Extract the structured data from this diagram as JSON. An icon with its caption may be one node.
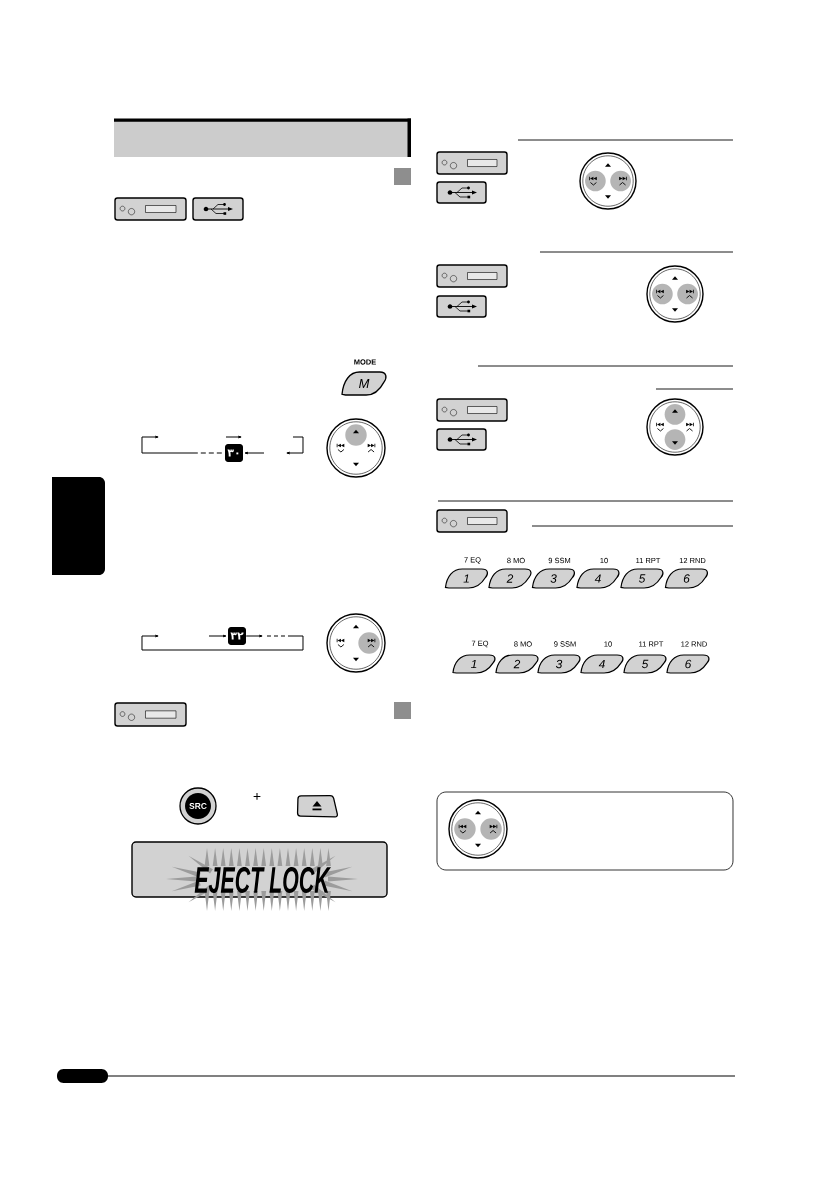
{
  "diagram": {
    "nodes": [
      {
        "text": [
          "M"
        ],
        "beside": [
          "MODE"
        ]
      },
      {
        "text": [
          "٣٠"
        ]
      },
      {
        "text": [
          "٣٢"
        ]
      },
      {
        "text": [
          "SRC"
        ]
      },
      {
        "text": [
          "EJECT LOCK"
        ]
      },
      {
        "text": [
          "1"
        ],
        "beside": [
          "7 EQ"
        ]
      },
      {
        "text": [
          "2"
        ],
        "beside": [
          "8 MO"
        ]
      },
      {
        "text": [
          "3"
        ],
        "beside": [
          "9 SSM"
        ]
      },
      {
        "text": [
          "4"
        ],
        "beside": [
          "10"
        ]
      },
      {
        "text": [
          "5"
        ],
        "beside": [
          "11 RPT"
        ]
      },
      {
        "text": [
          "6"
        ],
        "beside": [
          "12 RND"
        ]
      },
      {
        "text": [
          "1"
        ],
        "beside": [
          "7 EQ"
        ]
      },
      {
        "text": [
          "2"
        ],
        "beside": [
          "8 MO"
        ]
      },
      {
        "text": [
          "3"
        ],
        "beside": [
          "9 SSM"
        ]
      },
      {
        "text": [
          "4"
        ],
        "beside": [
          "10"
        ]
      },
      {
        "text": [
          "5"
        ],
        "beside": [
          "11 RPT"
        ]
      },
      {
        "text": [
          "6"
        ],
        "beside": [
          "12 RND"
        ]
      },
      {
        "text": [],
        "shape": "box"
      }
    ],
    "edges": [
      {
        "from": null,
        "to": 1,
        "arrow": "to"
      },
      {
        "from": 1,
        "to": null,
        "arrow": "to",
        "style": "dashed"
      },
      {
        "from": null,
        "to": 2,
        "arrow": "to"
      },
      {
        "from": 2,
        "to": null,
        "arrow": "to"
      }
    ],
    "labels": [
      "+"
    ]
  }
}
